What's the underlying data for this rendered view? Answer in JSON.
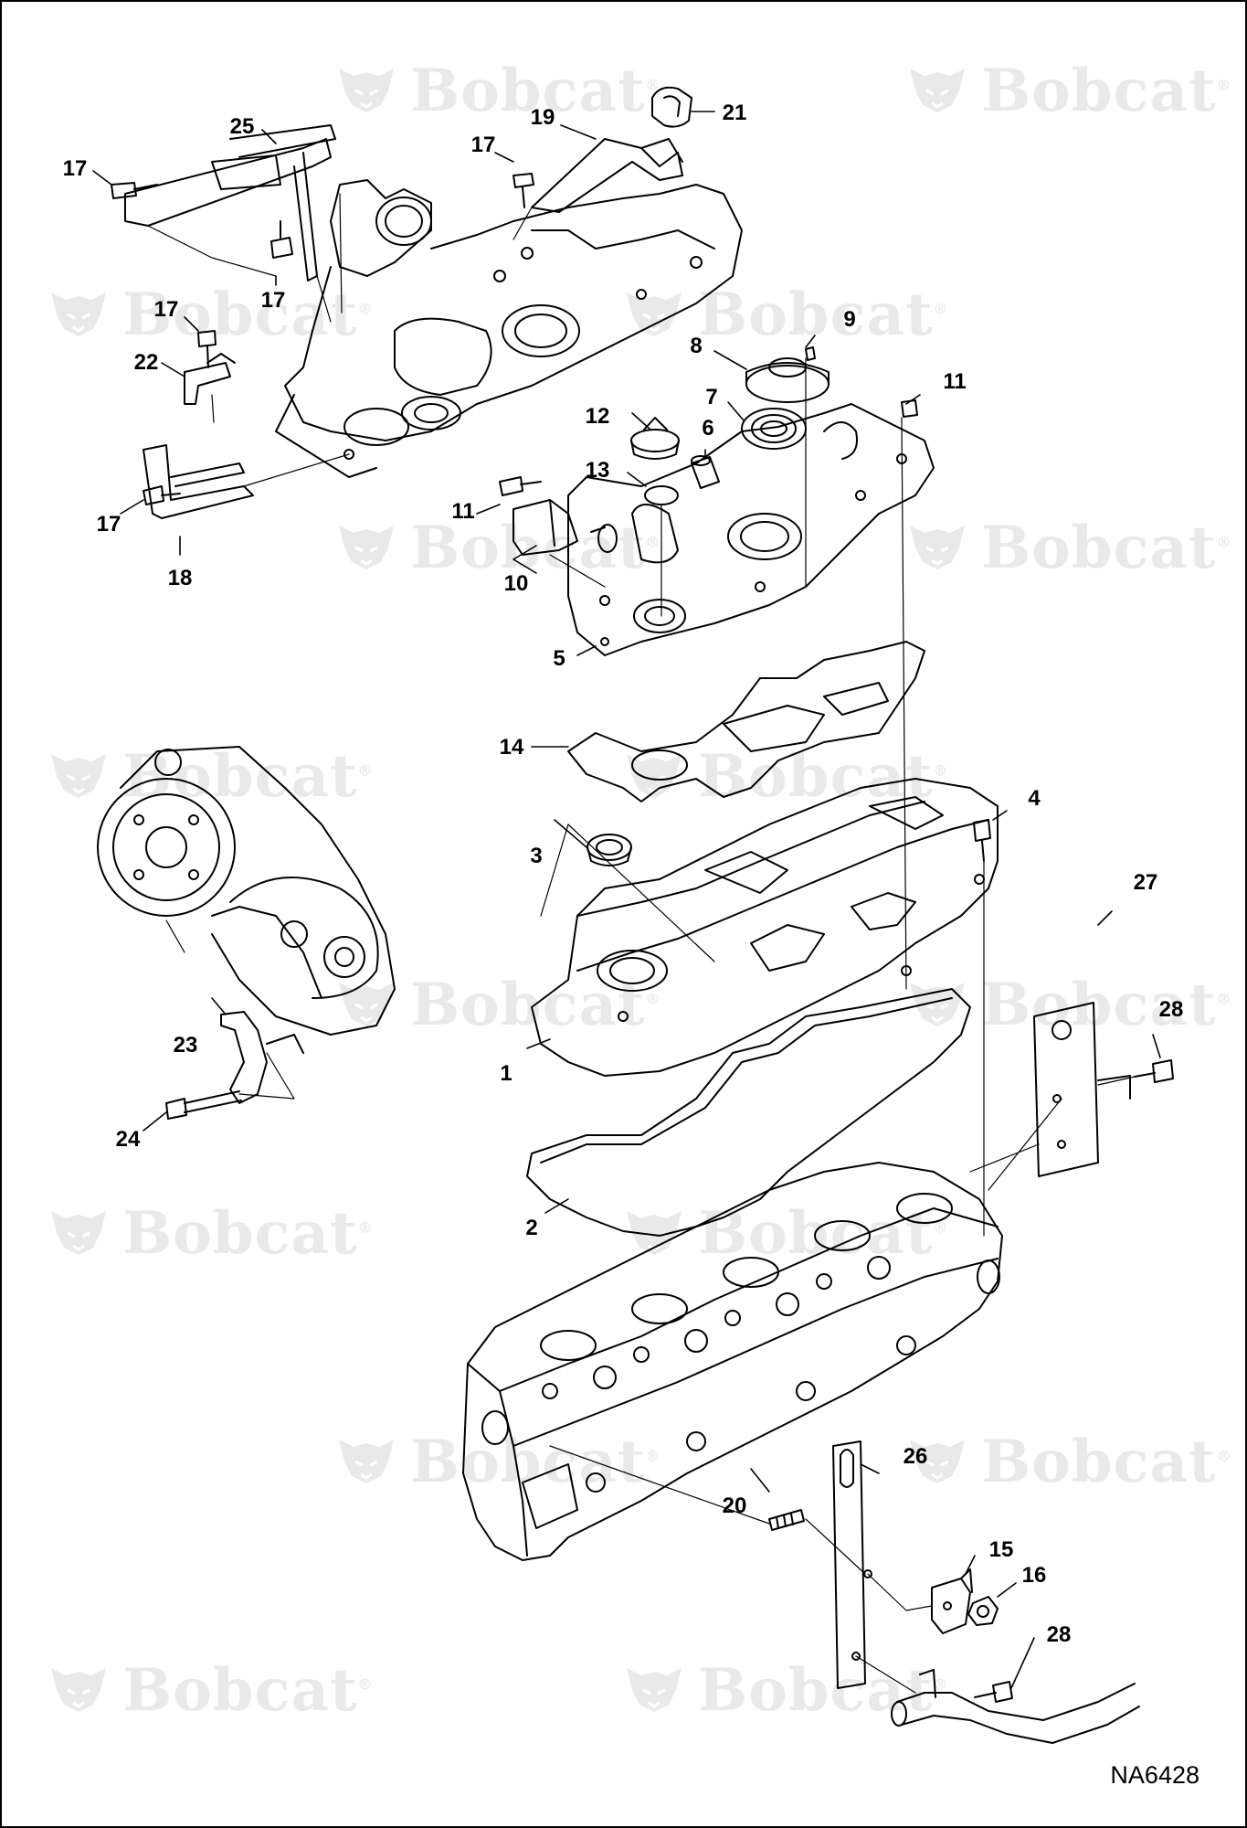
{
  "watermark": {
    "text": "Bobcat",
    "registered_mark": "®"
  },
  "callouts": [
    {
      "key": "c25",
      "label": "25"
    },
    {
      "key": "c19",
      "label": "19"
    },
    {
      "key": "c21",
      "label": "21"
    },
    {
      "key": "c17a",
      "label": "17"
    },
    {
      "key": "c17b",
      "label": "17"
    },
    {
      "key": "c17c",
      "label": "17"
    },
    {
      "key": "c17d",
      "label": "17"
    },
    {
      "key": "c17e",
      "label": "17"
    },
    {
      "key": "c22",
      "label": "22"
    },
    {
      "key": "c18",
      "label": "18"
    },
    {
      "key": "c9",
      "label": "9"
    },
    {
      "key": "c8",
      "label": "8"
    },
    {
      "key": "c11a",
      "label": "11"
    },
    {
      "key": "c11b",
      "label": "11"
    },
    {
      "key": "c7",
      "label": "7"
    },
    {
      "key": "c12",
      "label": "12"
    },
    {
      "key": "c6",
      "label": "6"
    },
    {
      "key": "c13",
      "label": "13"
    },
    {
      "key": "c10",
      "label": "10"
    },
    {
      "key": "c5",
      "label": "5"
    },
    {
      "key": "c14",
      "label": "14"
    },
    {
      "key": "c4",
      "label": "4"
    },
    {
      "key": "c3",
      "label": "3"
    },
    {
      "key": "c27",
      "label": "27"
    },
    {
      "key": "c28a",
      "label": "28"
    },
    {
      "key": "c1",
      "label": "1"
    },
    {
      "key": "c23",
      "label": "23"
    },
    {
      "key": "c24",
      "label": "24"
    },
    {
      "key": "c2",
      "label": "2"
    },
    {
      "key": "c26",
      "label": "26"
    },
    {
      "key": "c20",
      "label": "20"
    },
    {
      "key": "c15",
      "label": "15"
    },
    {
      "key": "c16",
      "label": "16"
    },
    {
      "key": "c28b",
      "label": "28"
    }
  ],
  "figure_code": "NA6428",
  "colors": {
    "line": "#000000",
    "watermark": "#e9e9e9"
  }
}
